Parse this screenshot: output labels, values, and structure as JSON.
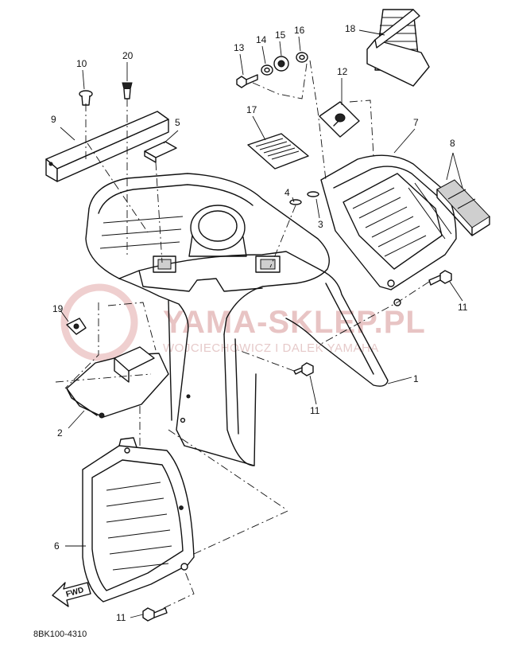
{
  "diagram_code": "8BK100-4310",
  "direction_mark": "FWD",
  "watermark": {
    "main": "YAMA-SKLEP.PL",
    "sub": "WOJCIECHOWICZ I DALEK YAMAHA"
  },
  "callouts": [
    {
      "id": "c1",
      "text": "1"
    },
    {
      "id": "c2",
      "text": "2"
    },
    {
      "id": "c3",
      "text": "3"
    },
    {
      "id": "c4",
      "text": "4"
    },
    {
      "id": "c5",
      "text": "5"
    },
    {
      "id": "c6",
      "text": "6"
    },
    {
      "id": "c7",
      "text": "7"
    },
    {
      "id": "c8",
      "text": "8"
    },
    {
      "id": "c9",
      "text": "9"
    },
    {
      "id": "c10",
      "text": "10"
    },
    {
      "id": "c11a",
      "text": "11"
    },
    {
      "id": "c11b",
      "text": "11"
    },
    {
      "id": "c11c",
      "text": "11"
    },
    {
      "id": "c12",
      "text": "12"
    },
    {
      "id": "c13",
      "text": "13"
    },
    {
      "id": "c14",
      "text": "14"
    },
    {
      "id": "c15",
      "text": "15"
    },
    {
      "id": "c16",
      "text": "16"
    },
    {
      "id": "c17",
      "text": "17"
    },
    {
      "id": "c18",
      "text": "18"
    },
    {
      "id": "c19",
      "text": "19"
    },
    {
      "id": "c20",
      "text": "20"
    }
  ],
  "colors": {
    "ink": "#111111",
    "watermark": "#e8c4c4",
    "background": "#ffffff"
  }
}
